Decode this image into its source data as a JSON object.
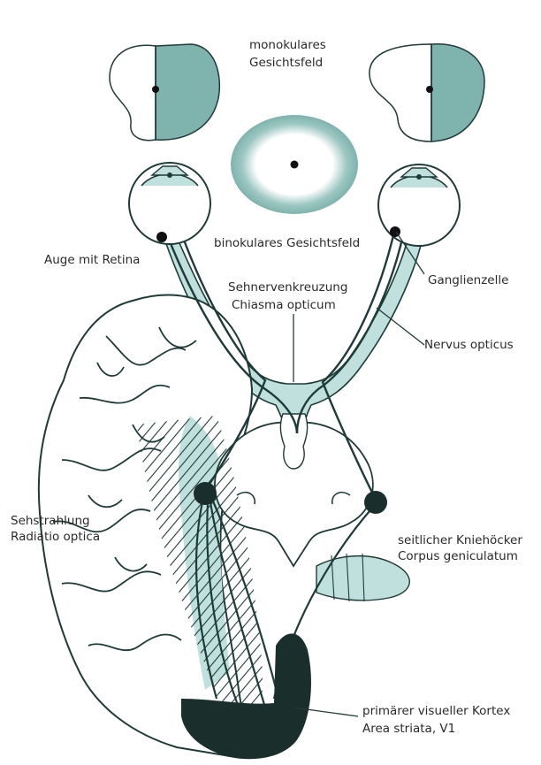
{
  "labels": {
    "monocular_field": [
      "monokulares",
      "Gesichtsfeld"
    ],
    "binocular_field": "binokulares Gesichtsfeld",
    "eye_retina": "Auge mit Retina",
    "ganglion_cell": "Ganglienzelle",
    "chiasm": [
      "Sehnervenkreuzung",
      "Chiasma opticum"
    ],
    "optic_nerve": "Nervus opticus",
    "optic_radiation": [
      "Sehstrahlung",
      "Radiatio optica"
    ],
    "lgn": [
      "seitlicher Kniehöcker",
      "Corpus geniculatum"
    ],
    "visual_cortex": [
      "primärer visueller Kortex",
      "Area striata, V1"
    ]
  },
  "colors": {
    "outline": "#1f3b38",
    "tract_fill": "#bfe0dd",
    "field_shade": "#7fb3ae",
    "cortex_dark": "#1a2e2b",
    "background": "#ffffff"
  }
}
